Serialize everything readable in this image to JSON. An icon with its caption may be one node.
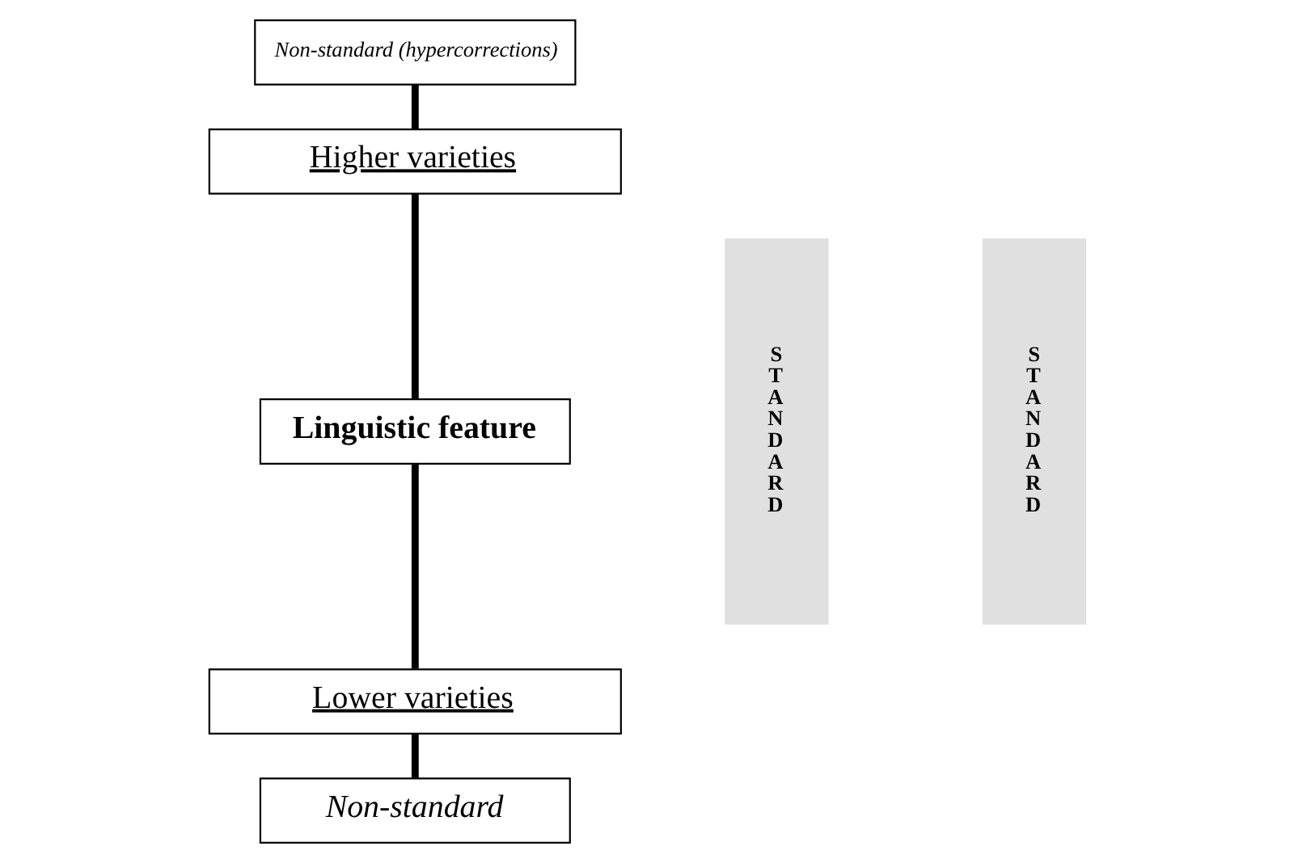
{
  "diagram": {
    "nodes": [
      {
        "text": [
          "Non-standard (hypercorrections)"
        ]
      },
      {
        "text": [
          "Higher varieties"
        ]
      },
      {
        "text": [
          "Linguistic feature"
        ]
      },
      {
        "text": [
          "Lower varieties"
        ]
      },
      {
        "text": [
          "Non-standard"
        ]
      },
      {
        "text": [
          "S T A N D A R D"
        ]
      },
      {
        "text": [
          "S T A N D A R D"
        ]
      }
    ],
    "edges": [
      {
        "from": 0,
        "to": 1,
        "arrow": "none"
      },
      {
        "from": 1,
        "to": 2,
        "arrow": "none"
      },
      {
        "from": 2,
        "to": 3,
        "arrow": "none"
      },
      {
        "from": 3,
        "to": 4,
        "arrow": "none"
      }
    ]
  }
}
